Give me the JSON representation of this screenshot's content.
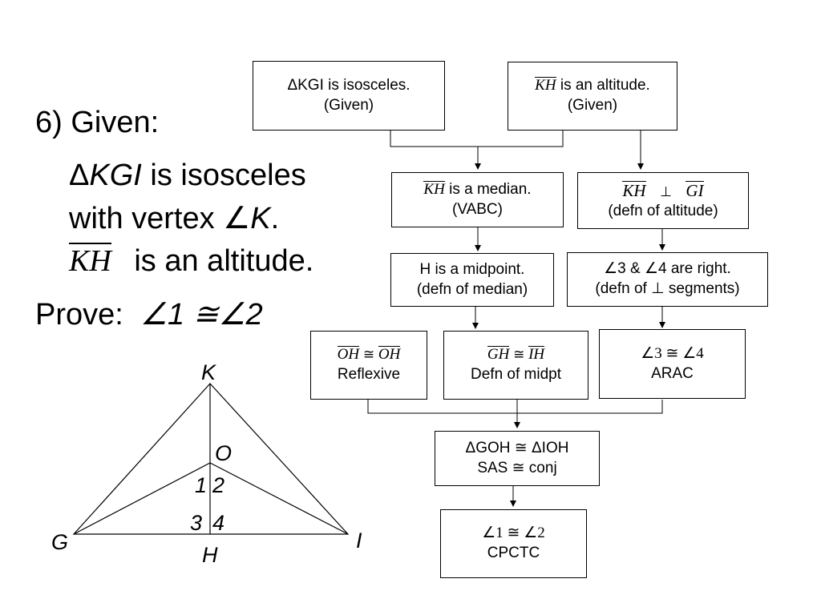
{
  "given": {
    "title": "6) Given:",
    "triangle_symbol": "Δ",
    "triangle_name": "KGI",
    "isosceles_text": " is isosceles",
    "with_text": "with",
    "vertex_text": " vertex ",
    "angle_symbol": "∠",
    "vertex_name": "K",
    "period": ".",
    "segment": "KH",
    "altitude_text": " is an altitude."
  },
  "prove": {
    "label": "Prove:",
    "statement": "∠1 ≅∠2"
  },
  "figure": {
    "vertex_k": "K",
    "vertex_g": "G",
    "vertex_i": "I",
    "point_h": "H",
    "point_o": "O",
    "angle_1": "1",
    "angle_2": "2",
    "angle_3": "3",
    "angle_4": "4"
  },
  "flowchart": {
    "box1": {
      "statement": "ΔKGI is isosceles.",
      "reason": "(Given)"
    },
    "box2": {
      "segment": "KH",
      "statement": " is an altitude.",
      "reason": "(Given)"
    },
    "box3": {
      "segment": "KH",
      "statement": " is a median.",
      "reason": "(VABC)"
    },
    "box4": {
      "segment_a": "KH",
      "perp": "⊥",
      "segment_b": "GI",
      "reason": "(defn of altitude)"
    },
    "box5": {
      "statement": "H is a midpoint.",
      "reason": "(defn of median)"
    },
    "box6": {
      "statement": "∠3 & ∠4 are right.",
      "reason": "(defn of ⊥ segments)"
    },
    "box7": {
      "segment_a": "OH",
      "cong": "≅",
      "segment_b": "OH",
      "reason": "Reflexive"
    },
    "box8": {
      "segment_a": "GH",
      "cong": "≅",
      "segment_b": "IH",
      "reason": "Defn of midpt"
    },
    "box9": {
      "statement": "∠3 ≅ ∠4",
      "reason": "ARAC"
    },
    "box10": {
      "statement": "ΔGOH ≅ ΔIOH",
      "reason": "SAS ≅ conj"
    },
    "box11": {
      "statement": "∠1 ≅ ∠2",
      "reason": "CPCTC"
    }
  }
}
